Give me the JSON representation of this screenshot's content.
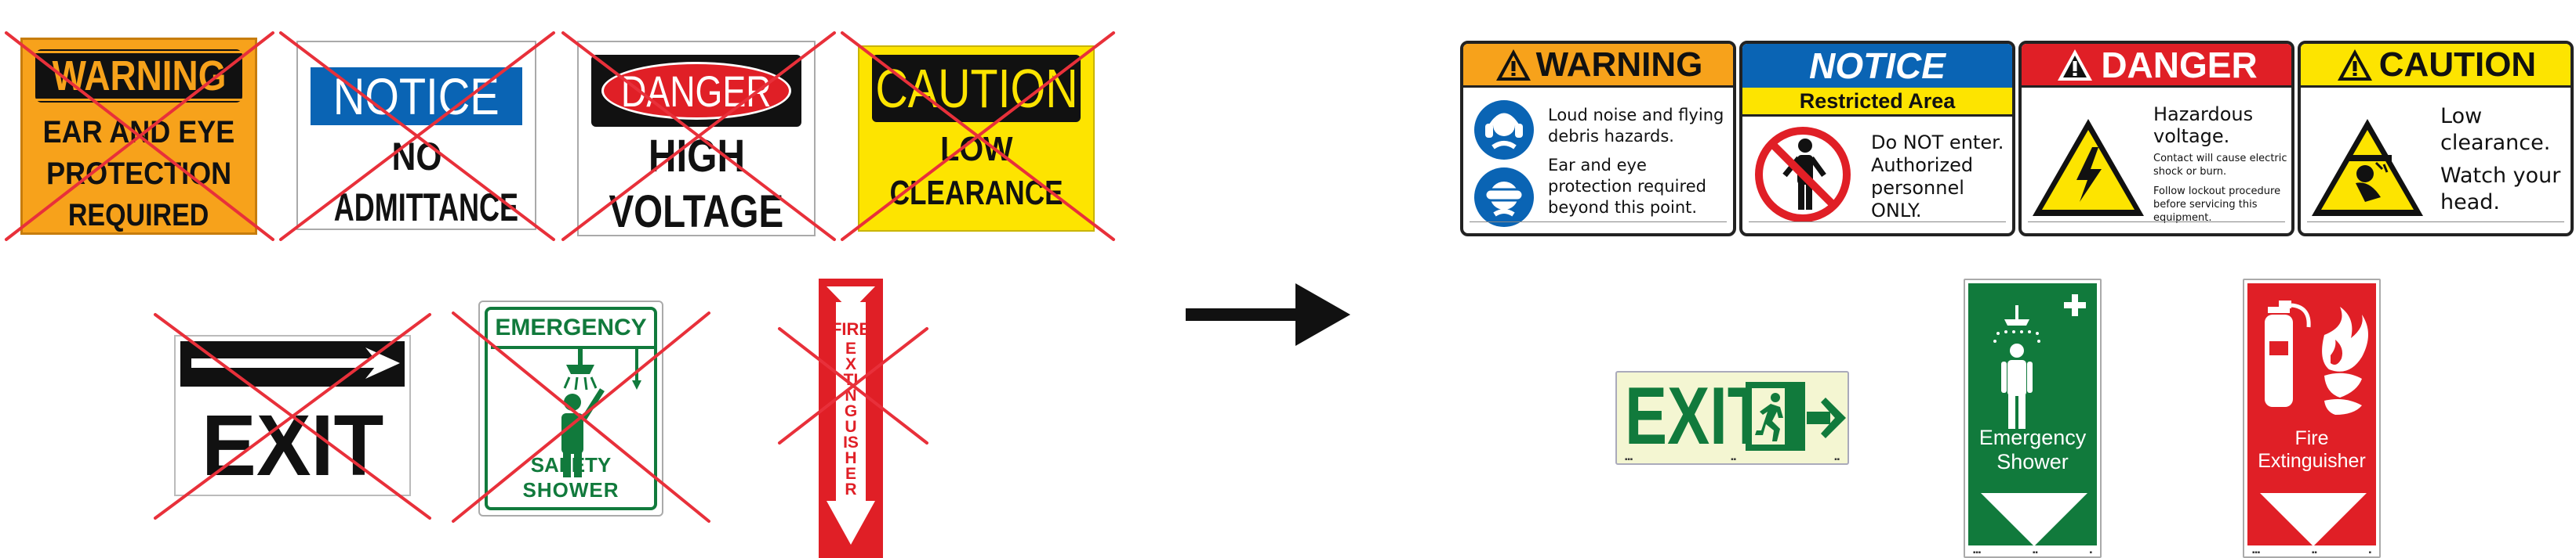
{
  "old_signs": {
    "warning": {
      "header": "WARNING",
      "line1": "EAR AND EYE",
      "line2": "PROTECTION",
      "line3": "REQUIRED"
    },
    "notice": {
      "header": "NOTICE",
      "line1": "NO",
      "line2": "ADMITTANCE"
    },
    "danger": {
      "header": "DANGER",
      "line1": "HIGH",
      "line2": "VOLTAGE"
    },
    "caution": {
      "header": "CAUTION",
      "line1": "LOW",
      "line2": "CLEARANCE"
    },
    "exit": {
      "text": "EXIT"
    },
    "shower": {
      "top": "EMERGENCY",
      "bottom1": "SAFETY",
      "bottom2": "SHOWER"
    },
    "fire": {
      "top": "FIRE",
      "vertical": "EXTINGUISHER"
    }
  },
  "new_signs": {
    "warning": {
      "header": "WARNING",
      "text1": "Loud noise and flying debris hazards.",
      "text2": "Ear and eye protection required beyond this point."
    },
    "notice": {
      "header": "NOTICE",
      "subheader": "Restricted Area",
      "text": "Do NOT enter. Authorized personnel ONLY."
    },
    "danger": {
      "header": "DANGER",
      "text1": "Hazardous voltage.",
      "text2": "Contact will cause electric shock or burn.",
      "text3": "Follow lockout procedure before servicing this equipment."
    },
    "caution": {
      "header": "CAUTION",
      "text1": "Low clearance.",
      "text2": "Watch your head."
    },
    "exit": {
      "text": "EXIT"
    },
    "shower": {
      "line1": "Emergency",
      "line2": "Shower"
    },
    "fire": {
      "line1": "Fire",
      "line2": "Extinguisher"
    }
  },
  "colors": {
    "cross_red": "#e8303a",
    "ansi_orange": "#f7a21b",
    "ansi_yellow": "#fde400",
    "ansi_red": "#e01f26",
    "ansi_blue": "#0a64b4",
    "safety_green": "#117a3c",
    "photolum": "#f4f6d2"
  }
}
